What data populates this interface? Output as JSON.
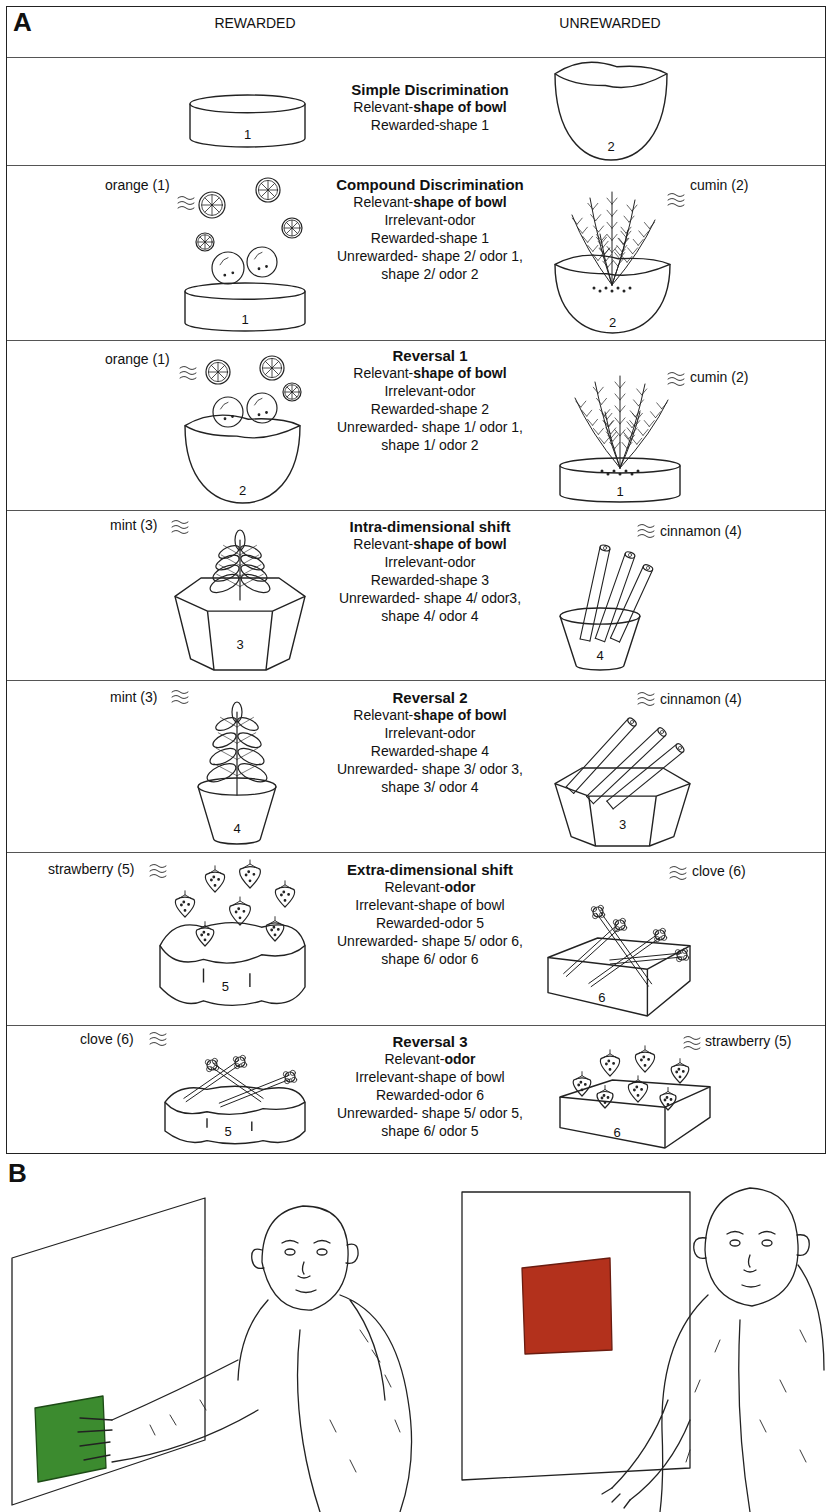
{
  "diagram": {
    "nodes": [
      {
        "text": [
          "A"
        ]
      },
      {
        "text": [
          "Simple Discrimination",
          "Relevant-",
          "shape of bowl",
          "Rewarded-shape 1"
        ],
        "in": 0
      },
      {
        "text": [
          "1"
        ],
        "in": 1
      },
      {
        "text": [
          "2"
        ],
        "in": 1
      },
      {
        "text": [
          "Compound Discrimination",
          "Relevant-",
          "shape of bowl",
          "Irrelevant-odor",
          "Rewarded-shape 1",
          "Unrewarded- shape 2/ odor 1, shape 2/ odor 2"
        ],
        "in": 0
      },
      {
        "text": [
          "1"
        ],
        "in": 4
      },
      {
        "text": [
          "2"
        ],
        "in": 4
      },
      {
        "text": [
          "Reversal 1",
          "Relevant-",
          "shape of bowl",
          "Irrelevant-odor",
          "Rewarded-shape 2",
          "Unrewarded- shape 1/ odor 1, shape 1/ odor 2"
        ],
        "in": 0
      },
      {
        "text": [
          "2"
        ],
        "in": 7
      },
      {
        "text": [
          "1"
        ],
        "in": 7
      },
      {
        "text": [
          "Intra-dimensional shift",
          "Relevant-",
          "shape of bowl",
          "Irrelevant-odor",
          "Rewarded-shape 3",
          "Unrewarded- shape 4/ odor3, shape 4/ odor 4"
        ],
        "in": 0
      },
      {
        "text": [
          "3"
        ],
        "in": 10
      },
      {
        "text": [
          "4"
        ],
        "in": 10
      },
      {
        "text": [
          "Reversal 2",
          "Relevant-",
          "shape of bowl",
          "Irrelevant-odor",
          "Rewarded-shape 4",
          "Unrewarded- shape 3/ odor 3, shape 3/ odor 4"
        ],
        "in": 0
      },
      {
        "text": [
          "4"
        ],
        "in": 13
      },
      {
        "text": [
          "3"
        ],
        "in": 13
      },
      {
        "text": [
          "Extra-dimensional shift",
          "Relevant-",
          "odor",
          "Irrelevant-shape of bowl",
          "Rewarded-odor 5",
          "Unrewarded- shape 5/ odor 6, shape 6/ odor 6"
        ],
        "in": 0
      },
      {
        "text": [
          "5"
        ],
        "in": 16
      },
      {
        "text": [
          "6"
        ],
        "in": 16
      },
      {
        "text": [
          "Reversal 3",
          "Relevant-",
          "odor",
          "Irrelevant-shape of bowl",
          "Rewarded-odor 6",
          "Unrewarded- shape 5/ odor 5, shape 6/ odor 5"
        ],
        "in": 0
      },
      {
        "text": [
          "5"
        ],
        "in": 19
      },
      {
        "text": [
          "6"
        ],
        "in": 19
      }
    ],
    "labels": [
      "REWARDED",
      "UNREWARDED",
      "orange (1)",
      "cumin (2)",
      "orange (1)",
      "cumin (2)",
      "mint (3)",
      "cinnamon (4)",
      "mint (3)",
      "cinnamon (4)",
      "strawberry (5)",
      "clove (6)",
      "clove (6)",
      "strawberry (5)",
      "B"
    ]
  }
}
